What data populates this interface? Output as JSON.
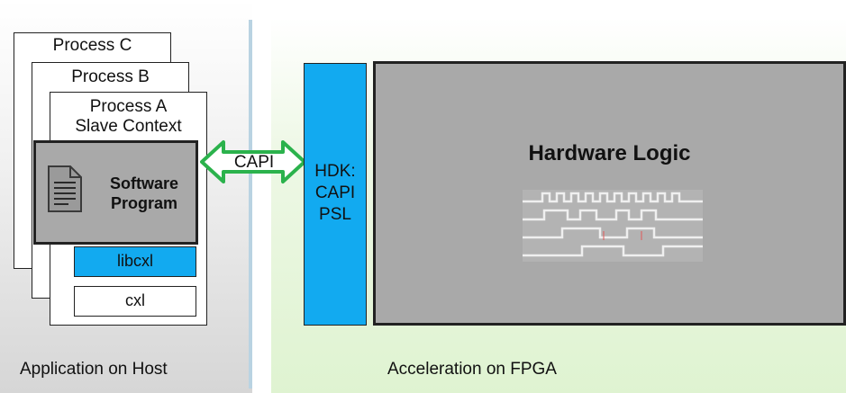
{
  "host": {
    "caption": "Application on Host",
    "processes": [
      {
        "title": "Process C"
      },
      {
        "title": "Process B"
      },
      {
        "title": "Process A",
        "subtitle": "Slave Context"
      }
    ],
    "software_program": "Software\nProgram",
    "libcxl": "libcxl",
    "cxl": "cxl"
  },
  "link": {
    "label": "CAPI"
  },
  "fpga": {
    "caption": "Acceleration on FPGA",
    "hdk": "HDK:\nCAPI\nPSL",
    "hardware_logic": "Hardware Logic"
  },
  "colors": {
    "accent_blue": "#12aaf0",
    "arrow_green": "#2bb24c",
    "block_gray": "#a9a9a9"
  },
  "icons": [
    "document-icon",
    "waveform-icon",
    "double-arrow-icon"
  ]
}
